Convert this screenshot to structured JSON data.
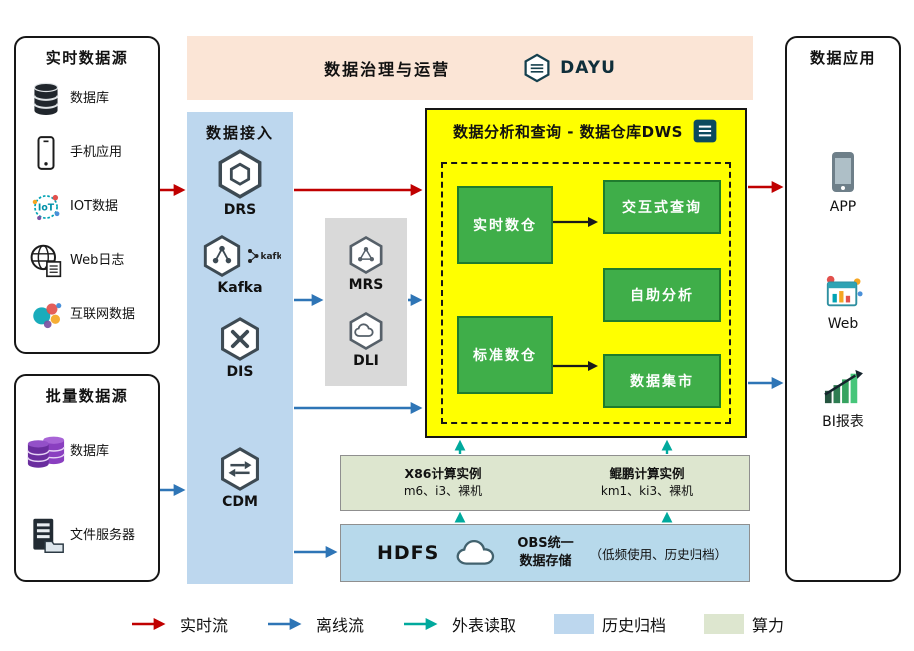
{
  "colors": {
    "realtime_flow": "#c00000",
    "offline_flow": "#2e75b6",
    "external_read": "#00a99d",
    "archive_fill": "#bdd7ee",
    "compute_fill": "#dde6cf",
    "dws_fill": "#ffff00",
    "cell_green": "#3fae49",
    "banner_fill": "#fbe5d6",
    "ingest_fill": "#bdd7ee",
    "middleware_fill": "#d9d9d9",
    "hdfs_fill": "#b7d9eb"
  },
  "governance": {
    "title": "数据治理与运营",
    "logo_text": "DAYU"
  },
  "realtime_sources": {
    "title": "实时数据源",
    "items": [
      {
        "icon": "database-icon",
        "label": "数据库"
      },
      {
        "icon": "phone-icon",
        "label": "手机应用"
      },
      {
        "icon": "iot-icon",
        "label": "IOT数据"
      },
      {
        "icon": "weblog-icon",
        "label": "Web日志"
      },
      {
        "icon": "internet-data-icon",
        "label": "互联网数据"
      }
    ]
  },
  "batch_sources": {
    "title": "批量数据源",
    "items": [
      {
        "icon": "database-purple-icon",
        "label": "数据库"
      },
      {
        "icon": "file-server-icon",
        "label": "文件服务器"
      }
    ]
  },
  "ingestion": {
    "title": "数据接入",
    "items": [
      {
        "label": "DRS"
      },
      {
        "label": "Kafka",
        "logo": "kafka"
      },
      {
        "label": "DIS"
      },
      {
        "label": "CDM"
      }
    ]
  },
  "middleware": {
    "items": [
      {
        "label": "MRS"
      },
      {
        "label": "DLI"
      }
    ]
  },
  "dws": {
    "title": "数据分析和查询 - 数据仓库DWS",
    "warehouses": [
      "实时数仓",
      "标准数仓"
    ],
    "services": [
      "交互式查询",
      "自助分析",
      "数据集市"
    ]
  },
  "compute": {
    "groups": [
      {
        "name": "X86计算实例",
        "spec": "m6、i3、裸机"
      },
      {
        "name": "鲲鹏计算实例",
        "spec": "km1、ki3、裸机"
      }
    ]
  },
  "storage": {
    "hdfs_label": "HDFS",
    "obs_line1": "OBS统一",
    "obs_line2": "数据存储",
    "obs_note": "（低频使用、历史归档）"
  },
  "applications": {
    "title": "数据应用",
    "items": [
      {
        "icon": "app-icon",
        "label": "APP"
      },
      {
        "icon": "web-icon",
        "label": "Web"
      },
      {
        "icon": "bi-report-icon",
        "label": "BI报表"
      }
    ]
  },
  "legend": {
    "items": [
      {
        "label": "实时流",
        "kind": "arrow",
        "color": "#c00000"
      },
      {
        "label": "离线流",
        "kind": "arrow",
        "color": "#2e75b6"
      },
      {
        "label": "外表读取",
        "kind": "arrow",
        "color": "#00a99d"
      },
      {
        "label": "历史归档",
        "kind": "swatch",
        "color": "#bdd7ee"
      },
      {
        "label": "算力",
        "kind": "swatch",
        "color": "#dde6cf"
      }
    ]
  }
}
